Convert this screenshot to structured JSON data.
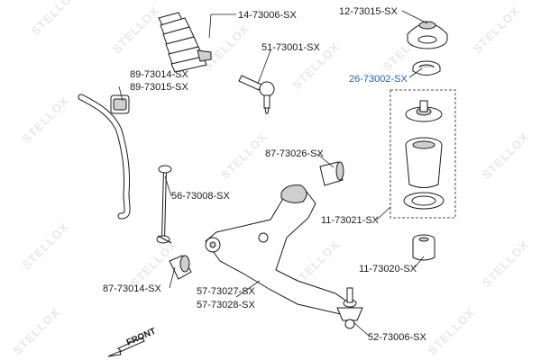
{
  "watermark": {
    "text": "STELLOX"
  },
  "direction_label": "FRONT",
  "colors": {
    "highlight": "#1f5fb8",
    "ink": "#1a1a1a",
    "watermark": "#e8e8e8"
  },
  "parts": [
    {
      "id": "boot",
      "label": "14-73006-SX"
    },
    {
      "id": "top-mount",
      "label": "12-73015-SX"
    },
    {
      "id": "tie-rod-end",
      "label": "51-73001-SX"
    },
    {
      "id": "bearing",
      "label": "26-73002-SX",
      "highlighted": true
    },
    {
      "id": "stab-bush-a",
      "label": "89-73014-SX"
    },
    {
      "id": "stab-bush-b",
      "label": "89-73015-SX"
    },
    {
      "id": "arm-bush-rear",
      "label": "87-73026-SX"
    },
    {
      "id": "stab-link",
      "label": "56-73008-SX"
    },
    {
      "id": "mount-kit",
      "label": "11-73021-SX"
    },
    {
      "id": "bump-stop",
      "label": "11-73020-SX"
    },
    {
      "id": "arm-bush-front",
      "label": "87-73014-SX"
    },
    {
      "id": "control-arm-l",
      "label": "57-73027-SX"
    },
    {
      "id": "control-arm-r",
      "label": "57-73028-SX"
    },
    {
      "id": "ball-joint",
      "label": "52-73006-SX"
    }
  ]
}
